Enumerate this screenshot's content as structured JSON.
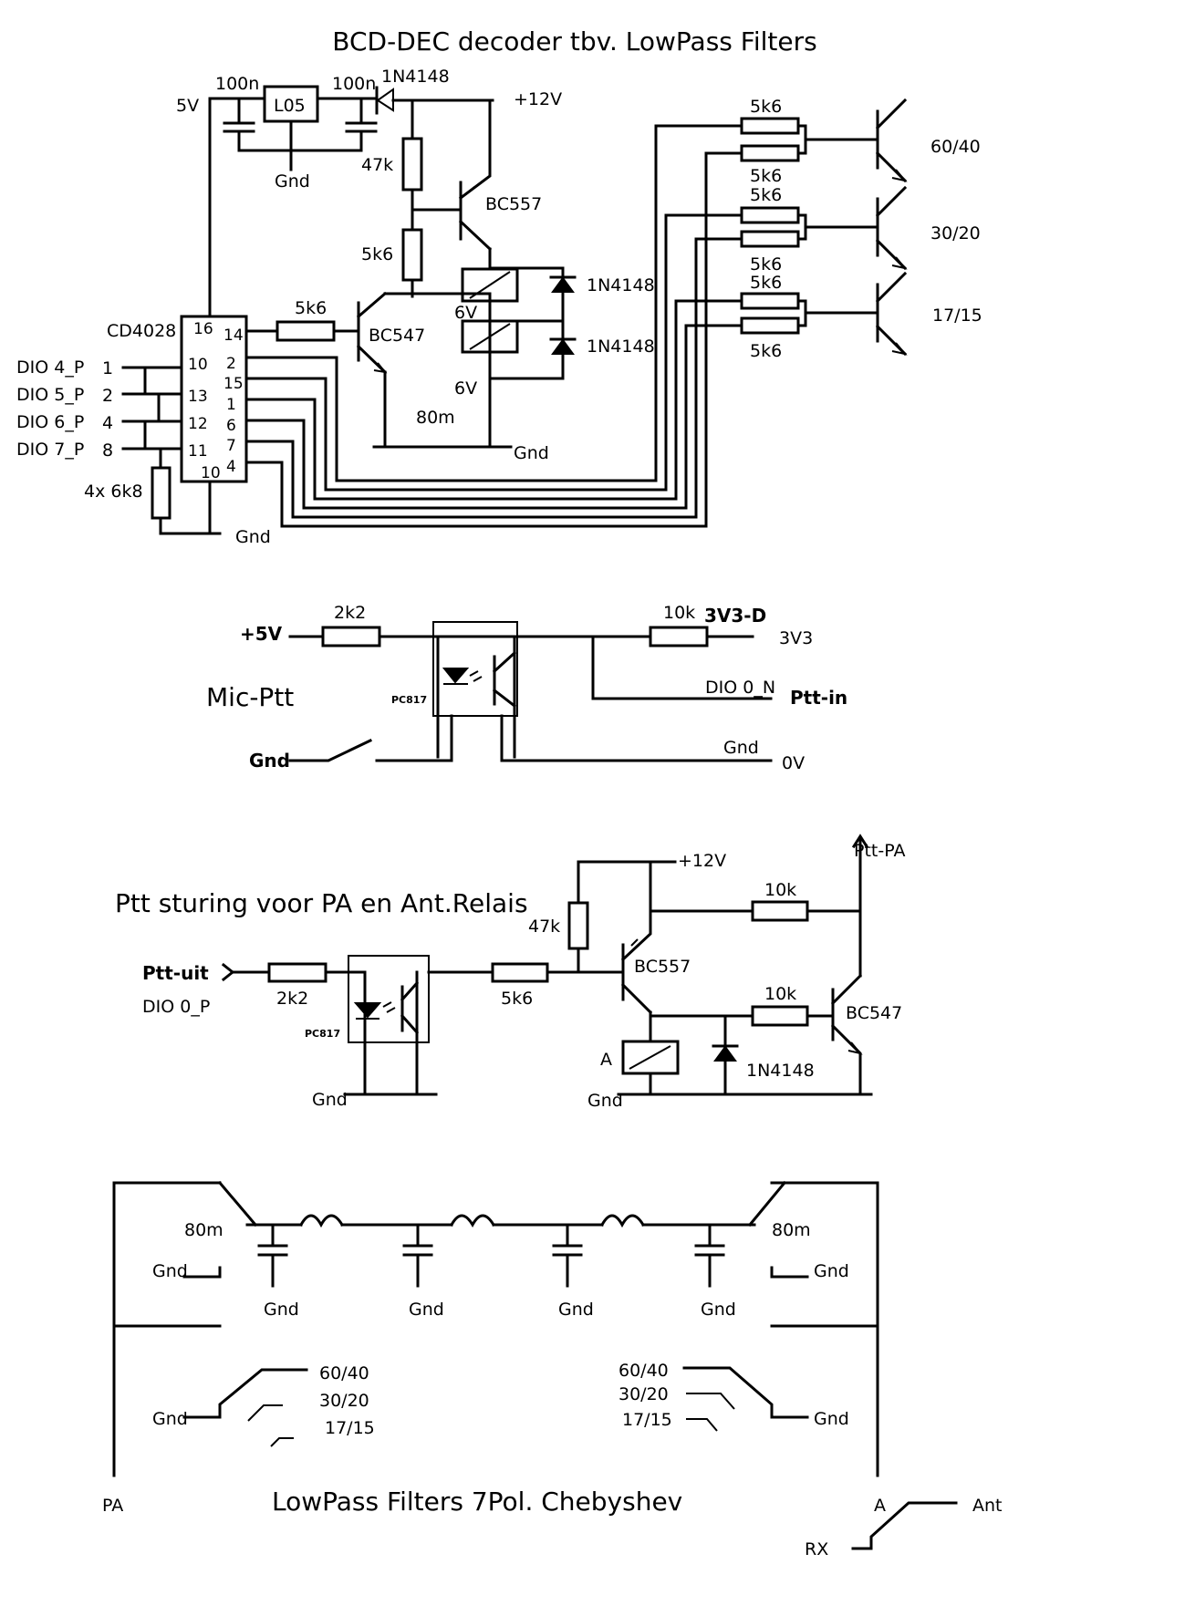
{
  "titles": {
    "bcd": "BCD-DEC decoder tbv. LowPass Filters",
    "mic": "Mic-Ptt",
    "ptt": "Ptt sturing voor PA en Ant.Relais",
    "lpf": "LowPass Filters 7Pol. Chebyshev"
  },
  "decoder": {
    "supply_5v": "5V",
    "cap_100n_a": "100n",
    "cap_100n_b": "100n",
    "regulator": "L05",
    "regulator_gnd": "Gnd",
    "diode_top": "1N4148",
    "supply_12v": "+12V",
    "r_47k": "47k",
    "pnp": "BC557",
    "r_5k6_base": "5k6",
    "relay_diode_1": "1N4148",
    "relay_diode_2": "1N4148",
    "relay_6v_1": "6V",
    "relay_6v_2": "6V",
    "band_80m": "80m",
    "relay_gnd": "Gnd",
    "r_5k6_npn": "5k6",
    "npn": "BC547",
    "ic": "CD4028",
    "ic_pins_left": [
      "16",
      "10",
      "13",
      "12",
      "11",
      "10"
    ],
    "ic_pins_right": [
      "14",
      "2",
      "15",
      "1",
      "6",
      "7",
      "4"
    ],
    "inputs": [
      {
        "name": "DIO 4_P",
        "bit": "1"
      },
      {
        "name": "DIO 5_P",
        "bit": "2"
      },
      {
        "name": "DIO 6_P",
        "bit": "4"
      },
      {
        "name": "DIO 7_P",
        "bit": "8"
      }
    ],
    "pulldown": "4x 6k8",
    "ic_gnd": "Gnd",
    "out_resistors": [
      "5k6",
      "5k6",
      "5k6",
      "5k6",
      "5k6",
      "5k6"
    ],
    "bands": [
      "60/40",
      "30/20",
      "17/15"
    ]
  },
  "mic": {
    "supply": "+5V",
    "r_2k2": "2k2",
    "opto": "PC817",
    "r_10k": "10k",
    "net_3v3d": "3V3-D",
    "net_3v3": "3V3",
    "dio_in": "DIO 0_N",
    "ptt_in": "Ptt-in",
    "gnd_left": "Gnd",
    "gnd_right": "Gnd",
    "zero_v": "0V"
  },
  "ptt": {
    "ptt_out": "Ptt-uit",
    "dio_out": "DIO 0_P",
    "r_2k2": "2k2",
    "opto": "PC817",
    "gnd_opto": "Gnd",
    "r_5k6": "5k6",
    "r_47k": "47k",
    "supply_12v": "+12V",
    "pnp": "BC557",
    "r_10k_top": "10k",
    "ptt_pa": "Ptt-PA",
    "r_10k_mid": "10k",
    "npn": "BC547",
    "relay": "A",
    "diode": "1N4148",
    "gnd_relay": "Gnd"
  },
  "lpf": {
    "band_80m_left": "80m",
    "band_80m_right": "80m",
    "gnd_sw_left": "Gnd",
    "gnd_sw_right": "Gnd",
    "cap_gnds": [
      "Gnd",
      "Gnd",
      "Gnd",
      "Gnd"
    ],
    "bands_left": [
      "60/40",
      "30/20",
      "17/15"
    ],
    "bands_right": [
      "60/40",
      "30/20",
      "17/15"
    ],
    "gnd_sel_left": "Gnd",
    "gnd_sel_right": "Gnd",
    "pa": "PA",
    "relay": "A",
    "ant": "Ant",
    "rx": "RX"
  }
}
